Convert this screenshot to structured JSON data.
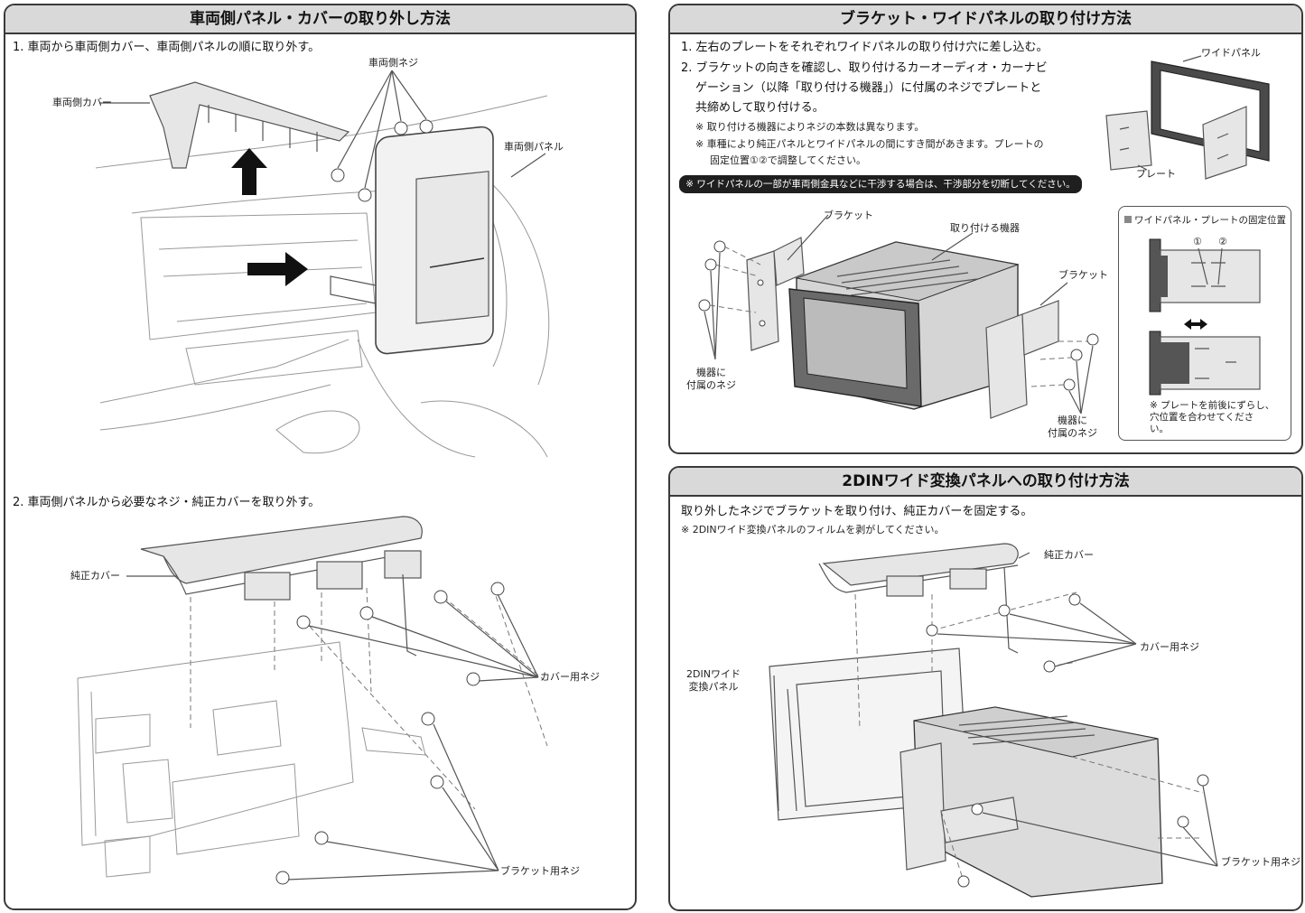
{
  "panel_a": {
    "title": "車両側パネル・カバーの取り外し方法",
    "step1": "1. 車両から車両側カバー、車両側パネルの順に取り外す。",
    "label_vehicle_cover": "車両側カバー",
    "label_vehicle_screw": "車両側ネジ",
    "label_vehicle_panel": "車両側パネル",
    "step2": "2. 車両側パネルから必要なネジ・純正カバーを取り外す。",
    "label_oem_cover": "純正カバー",
    "label_cover_screw": "カバー用ネジ",
    "label_bracket_screw": "ブラケット用ネジ"
  },
  "panel_b": {
    "title": "ブラケット・ワイドパネルの取り付け方法",
    "step1": "1. 左右のプレートをそれぞれワイドパネルの取り付け穴に差し込む。",
    "step2_line1": "2. ブラケットの向きを確認し、取り付けるカーオーディオ・カーナビ",
    "step2_line2": "ゲーション（以降「取り付ける機器」）に付属のネジでプレートと",
    "step2_line3": "共締めして取り付ける。",
    "note1": "※ 取り付ける機器によりネジの本数は異なります。",
    "note2_line1": "※ 車種により純正パネルとワイドパネルの間にすき間があきます。プレートの",
    "note2_line2": "固定位置①②で調整してください。",
    "warning": "※ ワイドパネルの一部が車両側金具などに干渉する場合は、干渉部分を切断してください。",
    "label_wide_panel": "ワイドパネル",
    "label_plate": "プレート",
    "label_bracket_left": "ブラケット",
    "label_device": "取り付ける機器",
    "label_bracket_right": "ブラケット",
    "label_device_screw_left": "機器に\n付属のネジ",
    "label_device_screw_right": "機器に\n付属のネジ",
    "inset_title": "ワイドパネル・プレートの固定位置",
    "inset_mark1": "①",
    "inset_mark2": "②",
    "inset_note": "※ プレートを前後にずらし、\n穴位置を合わせてくださ\nい。"
  },
  "panel_c": {
    "title": "2DINワイド変換パネルへの取り付け方法",
    "line1": "取り外したネジでブラケットを取り付け、純正カバーを固定する。",
    "line2": "※ 2DINワイド変換パネルのフィルムを剥がしてください。",
    "label_oem_cover": "純正カバー",
    "label_cover_screw": "カバー用ネジ",
    "label_conv_panel": "2DINワイド\n変換パネル",
    "label_bracket_screw": "ブラケット用ネジ"
  }
}
